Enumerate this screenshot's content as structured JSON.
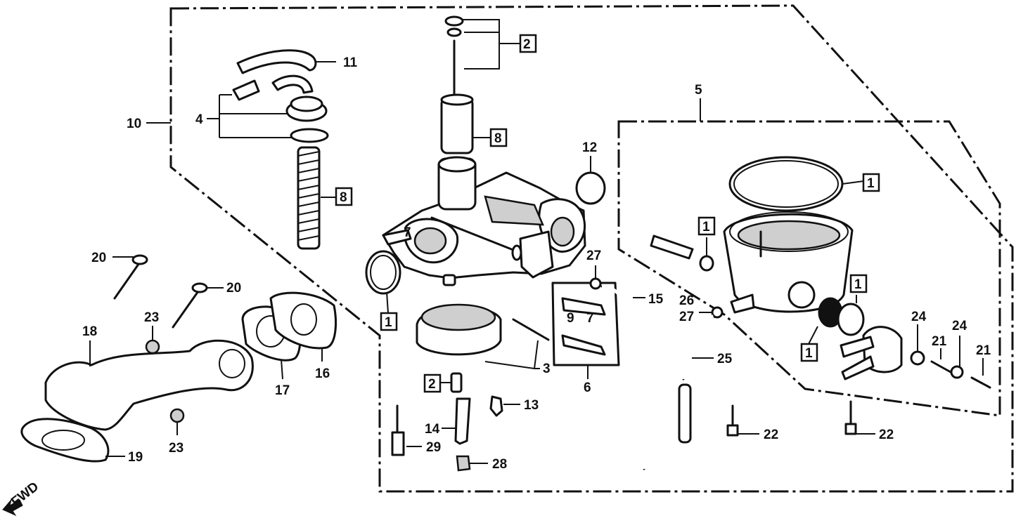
{
  "callouts": [
    {
      "text": "11"
    },
    {
      "text": "2"
    },
    {
      "text": "4"
    },
    {
      "text": "10"
    },
    {
      "text": "8"
    },
    {
      "text": "8"
    },
    {
      "text": "5"
    },
    {
      "text": "12"
    },
    {
      "text": "1"
    },
    {
      "text": "1"
    },
    {
      "text": "7"
    },
    {
      "text": "27"
    },
    {
      "text": "15"
    },
    {
      "text": "1"
    },
    {
      "text": "9"
    },
    {
      "text": "7"
    },
    {
      "text": "26"
    },
    {
      "text": "27"
    },
    {
      "text": "1"
    },
    {
      "text": "24"
    },
    {
      "text": "24"
    },
    {
      "text": "21"
    },
    {
      "text": "21"
    },
    {
      "text": "1"
    },
    {
      "text": "20"
    },
    {
      "text": "20"
    },
    {
      "text": "23"
    },
    {
      "text": "18"
    },
    {
      "text": "16"
    },
    {
      "text": "17"
    },
    {
      "text": "3"
    },
    {
      "text": "6"
    },
    {
      "text": "25"
    },
    {
      "text": "2"
    },
    {
      "text": "13"
    },
    {
      "text": "14"
    },
    {
      "text": "29"
    },
    {
      "text": "28"
    },
    {
      "text": "22"
    },
    {
      "text": "22"
    },
    {
      "text": "23"
    },
    {
      "text": "19"
    }
  ],
  "fwd_label": "FWD"
}
